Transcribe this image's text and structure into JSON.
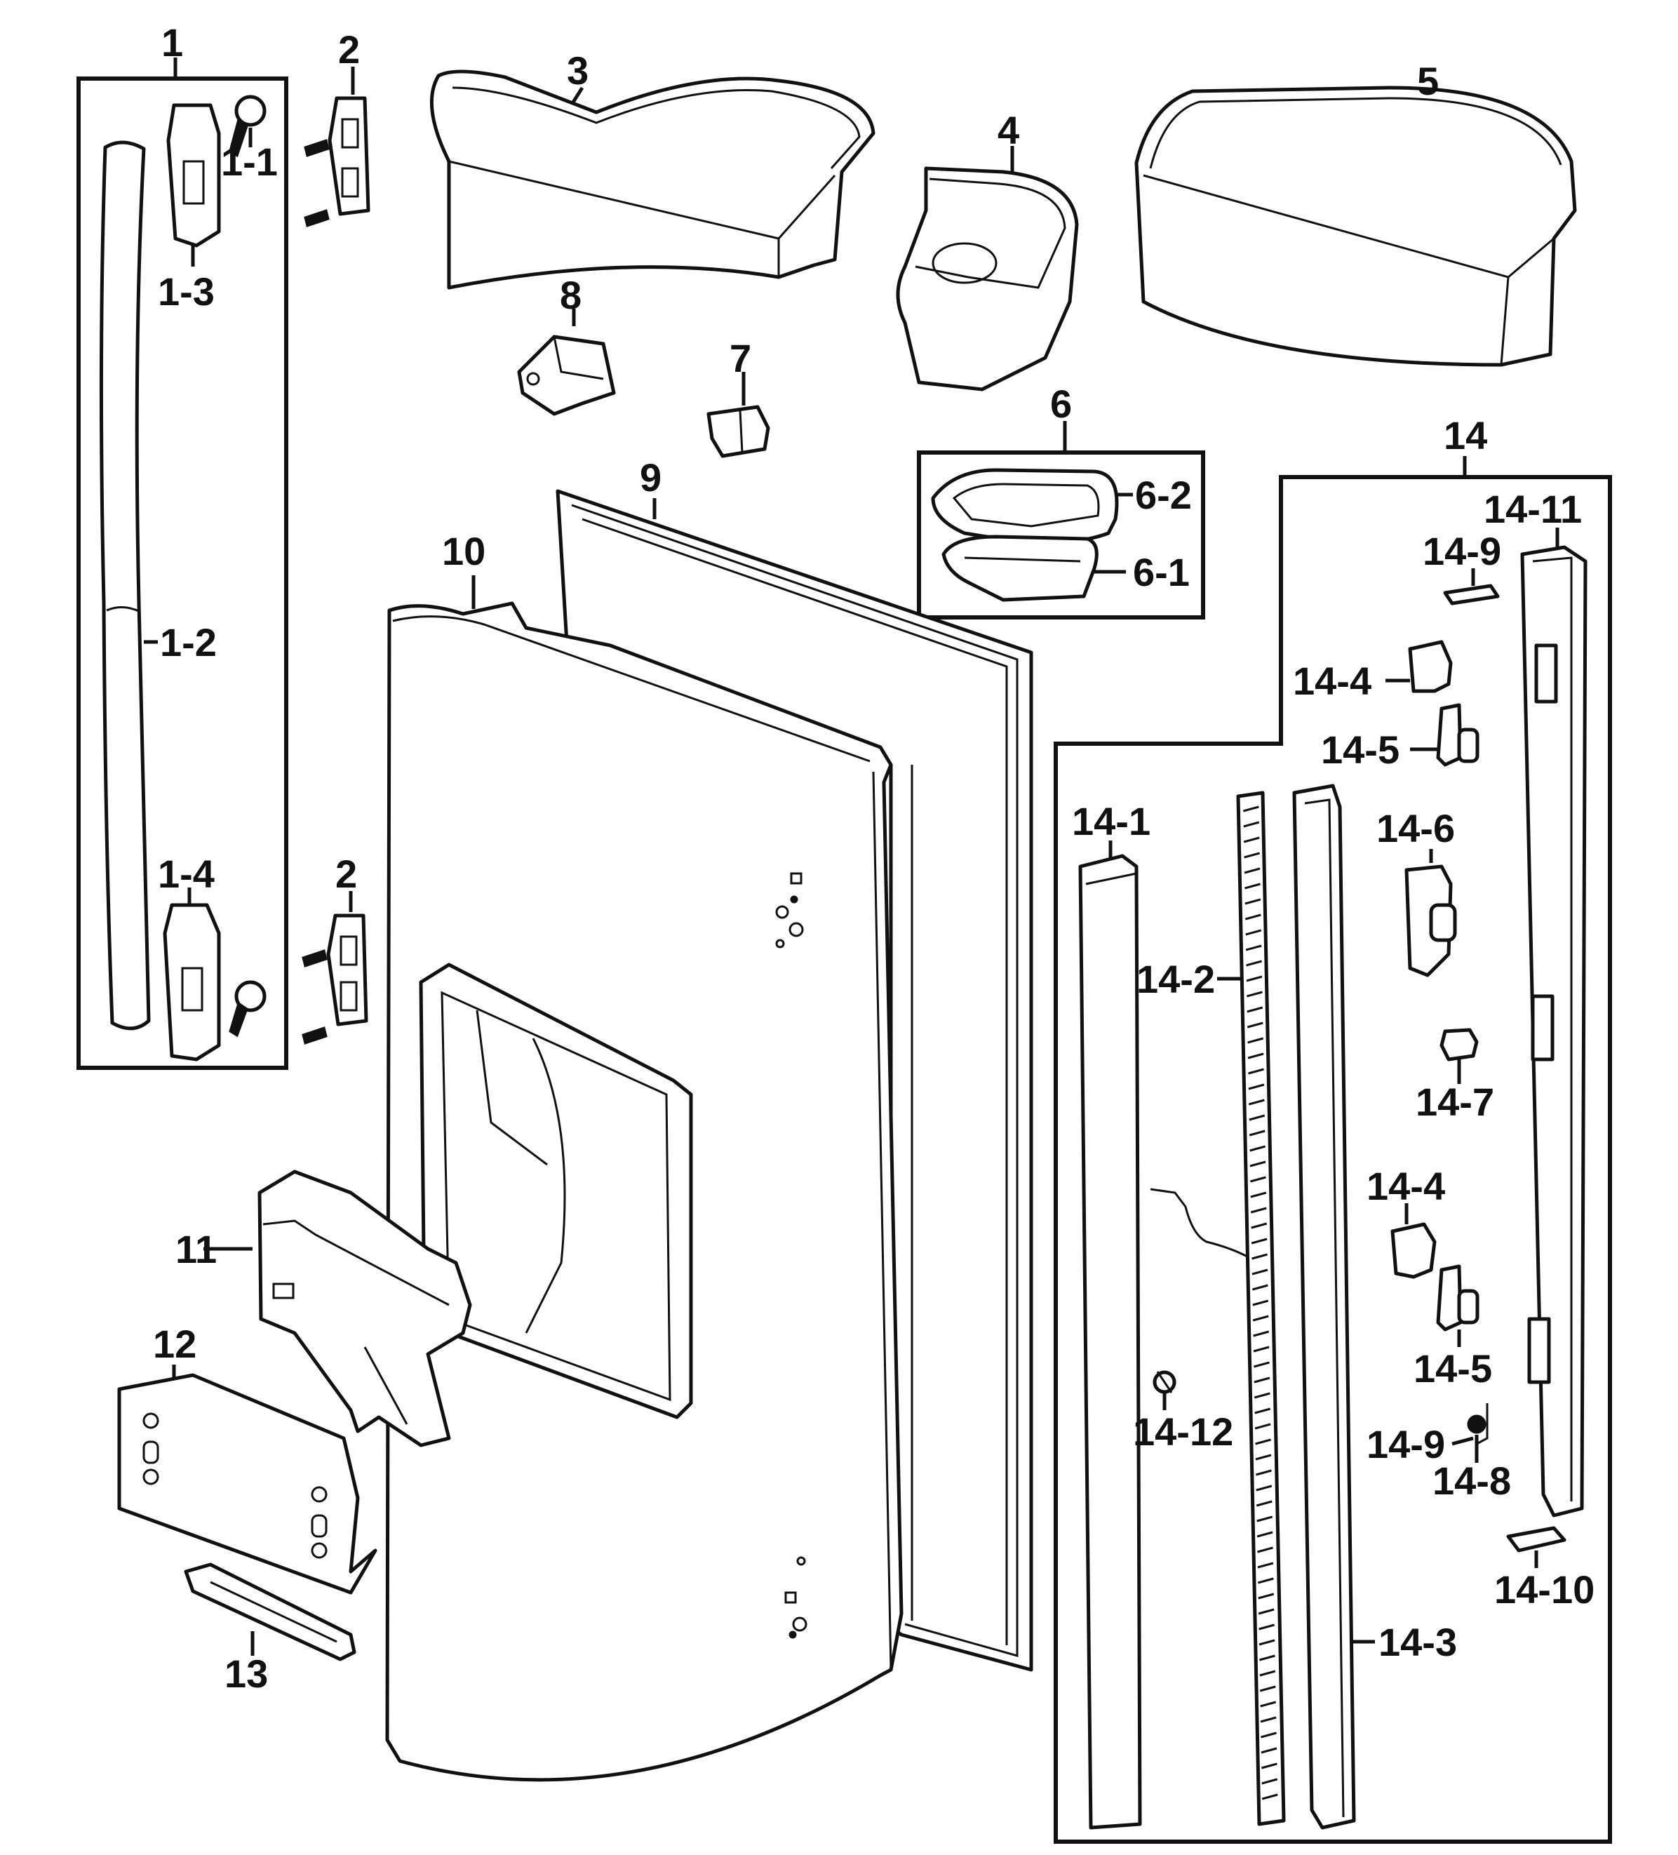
{
  "labels": {
    "l1": "1",
    "l1_1": "1-1",
    "l1_2": "1-2",
    "l1_3": "1-3",
    "l1_4": "1-4",
    "l2a": "2",
    "l2b": "2",
    "l3": "3",
    "l4": "4",
    "l5": "5",
    "l6": "6",
    "l6_1": "6-1",
    "l6_2": "6-2",
    "l7": "7",
    "l8": "8",
    "l9": "9",
    "l10": "10",
    "l11": "11",
    "l12": "12",
    "l13": "13",
    "l14": "14",
    "l14_1": "14-1",
    "l14_2": "14-2",
    "l14_3": "14-3",
    "l14_4a": "14-4",
    "l14_4b": "14-4",
    "l14_5a": "14-5",
    "l14_5b": "14-5",
    "l14_6": "14-6",
    "l14_7": "14-7",
    "l14_8": "14-8",
    "l14_9a": "14-9",
    "l14_9b": "14-9",
    "l14_10": "14-10",
    "l14_11": "14-11",
    "l14_12": "14-12"
  }
}
